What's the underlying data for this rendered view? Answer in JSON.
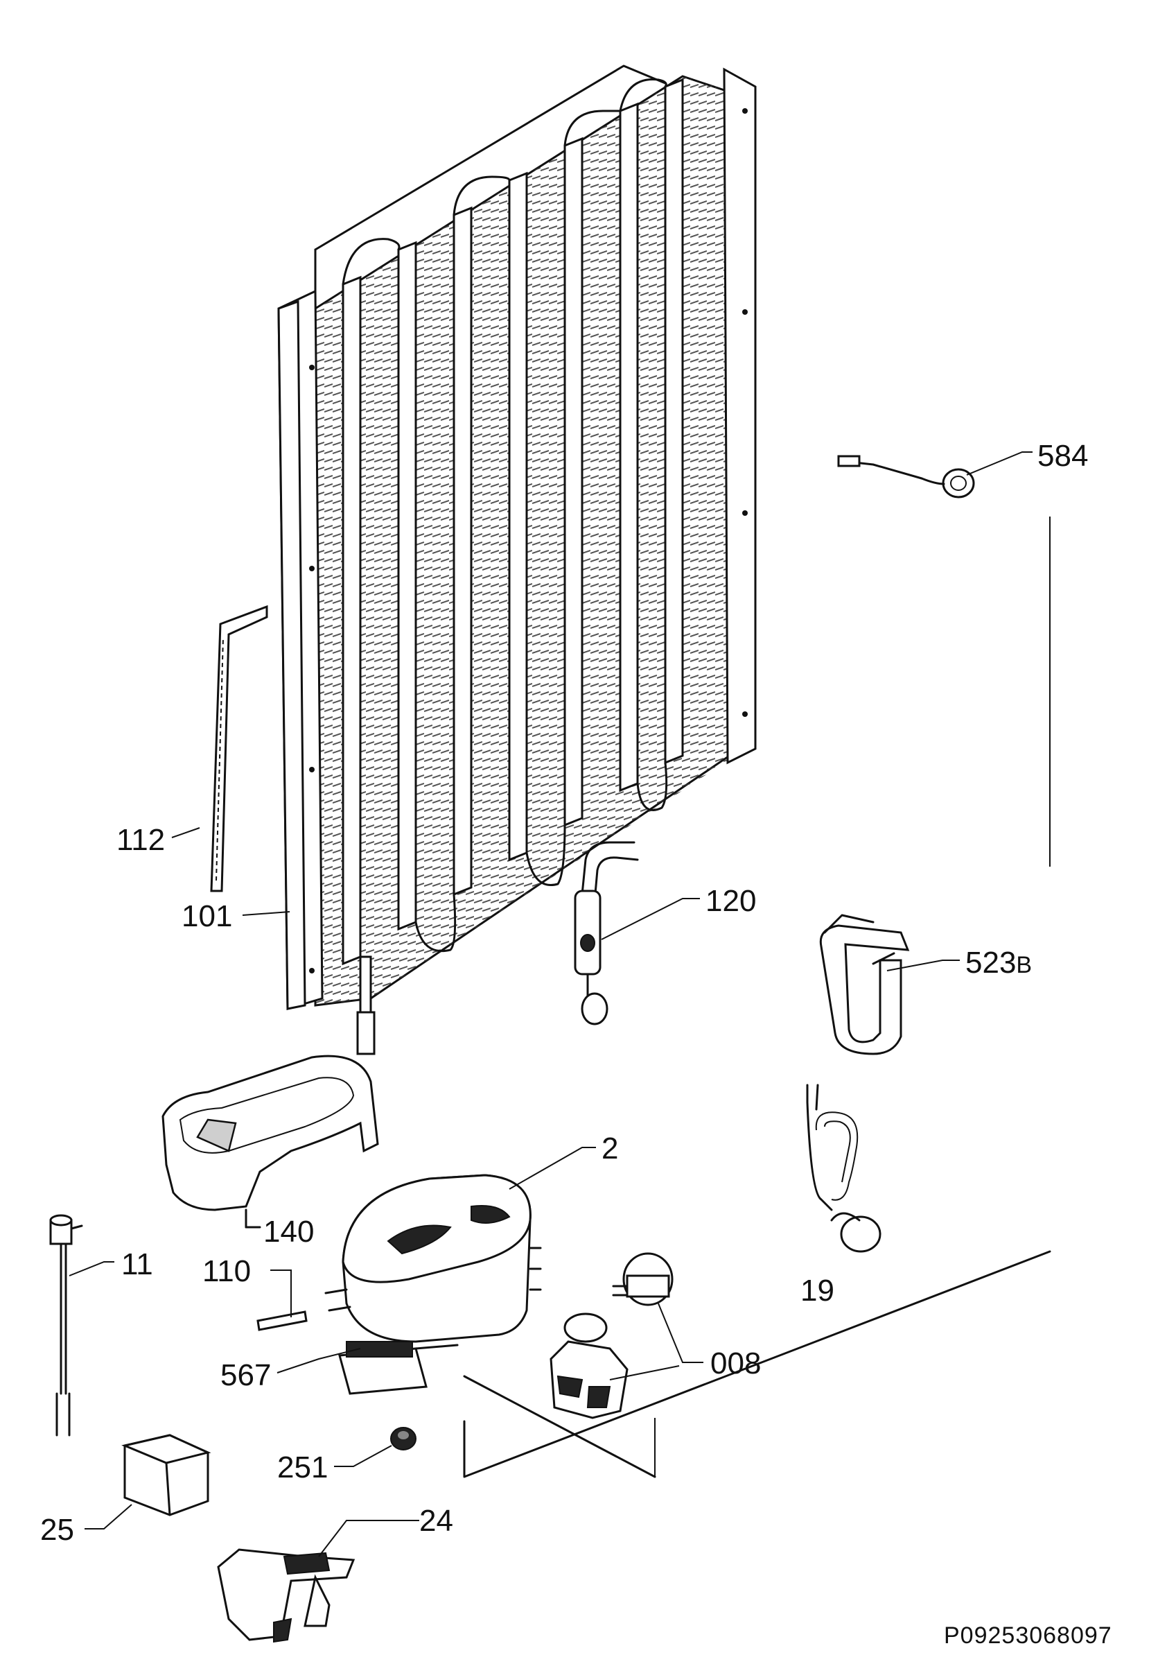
{
  "diagram": {
    "parts": [
      {
        "id": "584"
      },
      {
        "id": "112"
      },
      {
        "id": "101"
      },
      {
        "id": "120"
      },
      {
        "id": "523",
        "suffix": "B"
      },
      {
        "id": "2"
      },
      {
        "id": "140"
      },
      {
        "id": "11"
      },
      {
        "id": "110"
      },
      {
        "id": "19"
      },
      {
        "id": "567"
      },
      {
        "id": "008"
      },
      {
        "id": "251"
      },
      {
        "id": "25"
      },
      {
        "id": "24"
      }
    ],
    "drawing_code": "P09253068097"
  }
}
